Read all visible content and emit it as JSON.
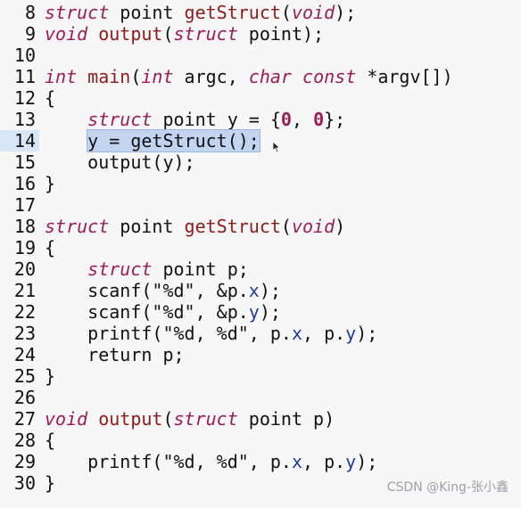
{
  "editor": {
    "lines": [
      {
        "num": "8",
        "tokens": [
          {
            "t": "struct",
            "c": "kw"
          },
          {
            "t": " point ",
            "c": "plain"
          },
          {
            "t": "getStruct",
            "c": "fn"
          },
          {
            "t": "(",
            "c": "plain"
          },
          {
            "t": "void",
            "c": "kw"
          },
          {
            "t": ");",
            "c": "plain"
          }
        ]
      },
      {
        "num": "9",
        "tokens": [
          {
            "t": "void",
            "c": "kw"
          },
          {
            "t": " ",
            "c": "plain"
          },
          {
            "t": "output",
            "c": "fn"
          },
          {
            "t": "(",
            "c": "plain"
          },
          {
            "t": "struct",
            "c": "kw"
          },
          {
            "t": " point);",
            "c": "plain"
          }
        ]
      },
      {
        "num": "10",
        "tokens": []
      },
      {
        "num": "11",
        "tokens": [
          {
            "t": "int",
            "c": "kw"
          },
          {
            "t": " ",
            "c": "plain"
          },
          {
            "t": "main",
            "c": "fn"
          },
          {
            "t": "(",
            "c": "plain"
          },
          {
            "t": "int",
            "c": "kw"
          },
          {
            "t": " argc, ",
            "c": "plain"
          },
          {
            "t": "char",
            "c": "kw"
          },
          {
            "t": " ",
            "c": "plain"
          },
          {
            "t": "const",
            "c": "kw"
          },
          {
            "t": " *argv[])",
            "c": "plain"
          }
        ]
      },
      {
        "num": "12",
        "tokens": [
          {
            "t": "{",
            "c": "plain"
          }
        ]
      },
      {
        "num": "13",
        "tokens": [
          {
            "t": "    ",
            "c": "plain"
          },
          {
            "t": "struct",
            "c": "kw"
          },
          {
            "t": " point y = {",
            "c": "plain"
          },
          {
            "t": "0",
            "c": "num"
          },
          {
            "t": ", ",
            "c": "plain"
          },
          {
            "t": "0",
            "c": "num"
          },
          {
            "t": "};",
            "c": "plain"
          }
        ]
      },
      {
        "num": "14",
        "current": true,
        "tokens": [
          {
            "t": "    ",
            "c": "plain"
          },
          {
            "t": "y = getStruct();",
            "c": "plain",
            "sel": true
          }
        ]
      },
      {
        "num": "15",
        "tokens": [
          {
            "t": "    output(y);",
            "c": "plain"
          }
        ]
      },
      {
        "num": "16",
        "tokens": [
          {
            "t": "}",
            "c": "plain"
          }
        ]
      },
      {
        "num": "17",
        "tokens": []
      },
      {
        "num": "18",
        "tokens": [
          {
            "t": "struct",
            "c": "kw"
          },
          {
            "t": " point ",
            "c": "plain"
          },
          {
            "t": "getStruct",
            "c": "fn"
          },
          {
            "t": "(",
            "c": "plain"
          },
          {
            "t": "void",
            "c": "kw"
          },
          {
            "t": ")",
            "c": "plain"
          }
        ]
      },
      {
        "num": "19",
        "tokens": [
          {
            "t": "{",
            "c": "plain"
          }
        ]
      },
      {
        "num": "20",
        "tokens": [
          {
            "t": "    ",
            "c": "plain"
          },
          {
            "t": "struct",
            "c": "kw"
          },
          {
            "t": " point p;",
            "c": "plain"
          }
        ]
      },
      {
        "num": "21",
        "tokens": [
          {
            "t": "    scanf(\"%d\", &p.",
            "c": "plain"
          },
          {
            "t": "x",
            "c": "mem"
          },
          {
            "t": ");",
            "c": "plain"
          }
        ]
      },
      {
        "num": "22",
        "tokens": [
          {
            "t": "    scanf(\"%d\", &p.",
            "c": "plain"
          },
          {
            "t": "y",
            "c": "mem"
          },
          {
            "t": ");",
            "c": "plain"
          }
        ]
      },
      {
        "num": "23",
        "tokens": [
          {
            "t": "    printf(\"%d, %d\", p.",
            "c": "plain"
          },
          {
            "t": "x",
            "c": "mem"
          },
          {
            "t": ", p.",
            "c": "plain"
          },
          {
            "t": "y",
            "c": "mem"
          },
          {
            "t": ");",
            "c": "plain"
          }
        ]
      },
      {
        "num": "24",
        "tokens": [
          {
            "t": "    return p;",
            "c": "plain"
          }
        ]
      },
      {
        "num": "25",
        "tokens": [
          {
            "t": "}",
            "c": "plain"
          }
        ]
      },
      {
        "num": "26",
        "tokens": []
      },
      {
        "num": "27",
        "tokens": [
          {
            "t": "void",
            "c": "kw"
          },
          {
            "t": " ",
            "c": "plain"
          },
          {
            "t": "output",
            "c": "fn"
          },
          {
            "t": "(",
            "c": "plain"
          },
          {
            "t": "struct",
            "c": "kw"
          },
          {
            "t": " point p)",
            "c": "plain"
          }
        ]
      },
      {
        "num": "28",
        "tokens": [
          {
            "t": "{",
            "c": "plain"
          }
        ]
      },
      {
        "num": "29",
        "tokens": [
          {
            "t": "    printf(\"%d, %d\", p.",
            "c": "plain"
          },
          {
            "t": "x",
            "c": "mem"
          },
          {
            "t": ", p.",
            "c": "plain"
          },
          {
            "t": "y",
            "c": "mem"
          },
          {
            "t": ");",
            "c": "plain"
          }
        ]
      },
      {
        "num": "30",
        "tokens": [
          {
            "t": "}",
            "c": "plain"
          }
        ]
      }
    ]
  },
  "watermark": "CSDN @King-张小鑫",
  "colors": {
    "keyword": "#9b1c55",
    "function": "#8f1a1a",
    "member": "#1f3aa3",
    "selection": "#c2d4ef",
    "current_line_gutter": "#d8e7f7",
    "background": "#f7f7f7"
  },
  "icons": {
    "cursor": "mouse-pointer-icon"
  }
}
